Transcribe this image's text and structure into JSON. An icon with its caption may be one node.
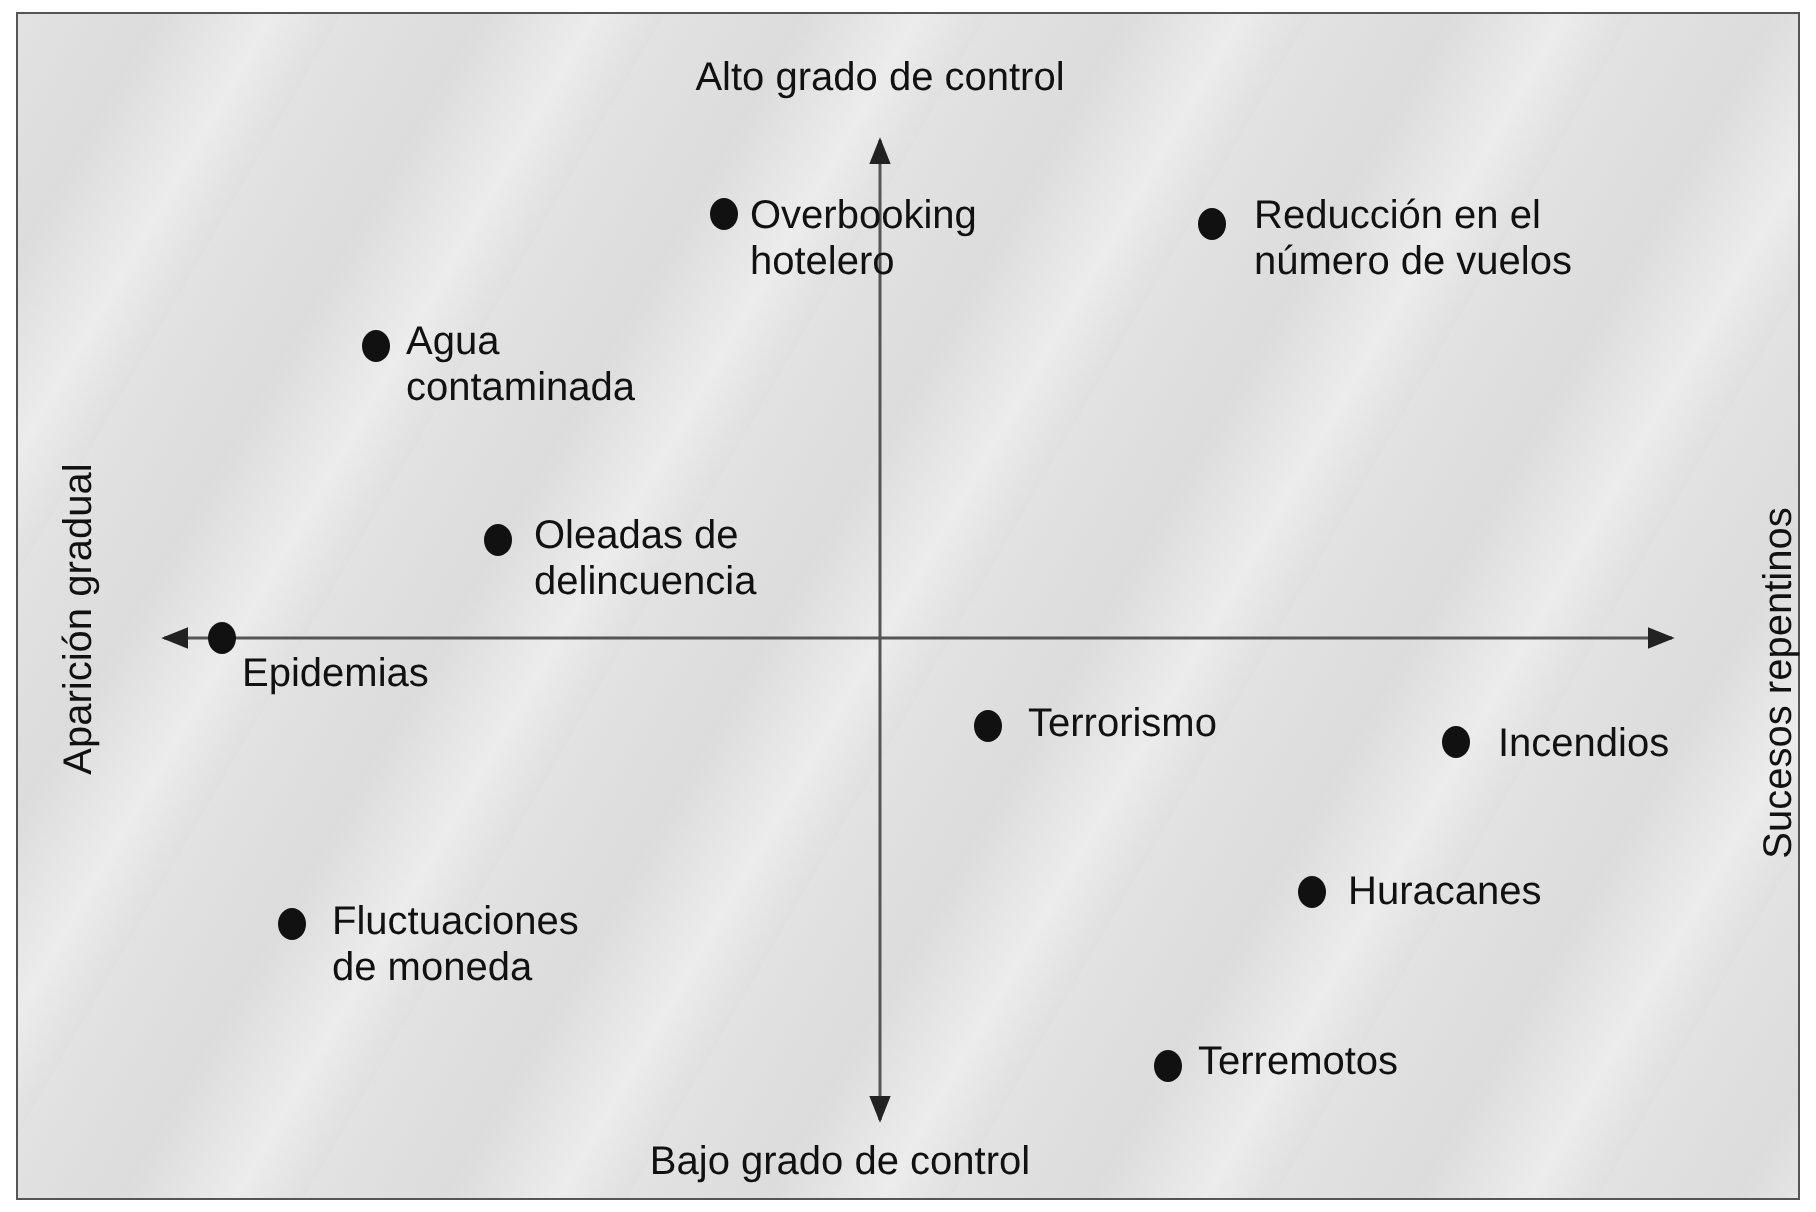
{
  "diagram": {
    "labels": [
      "Alto grado de control",
      "Overbooking hotelero",
      "Reducción en el número de vuelos",
      "Agua contaminada",
      "Aparición gradual",
      "Oleadas de delincuencia",
      "Sucesos repentinos",
      "Epidemias",
      "Terrorismo",
      "Incendios",
      "Fluctuaciones de moneda",
      "Huracanes",
      "Terremotos",
      "Bajo grado de control"
    ]
  }
}
